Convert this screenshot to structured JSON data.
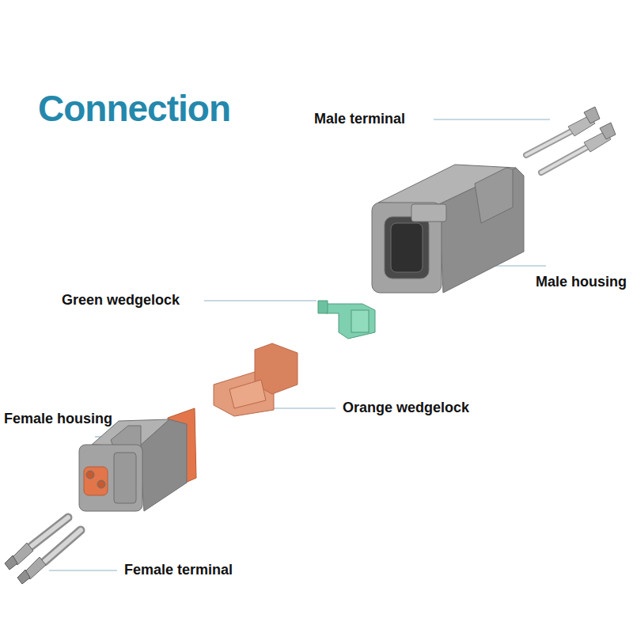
{
  "diagram": {
    "title": "Connection",
    "labels": [
      "Male terminal",
      "Male housing",
      "Green wedgelock",
      "Orange wedgelock",
      "Female housing",
      "Female terminal"
    ]
  }
}
